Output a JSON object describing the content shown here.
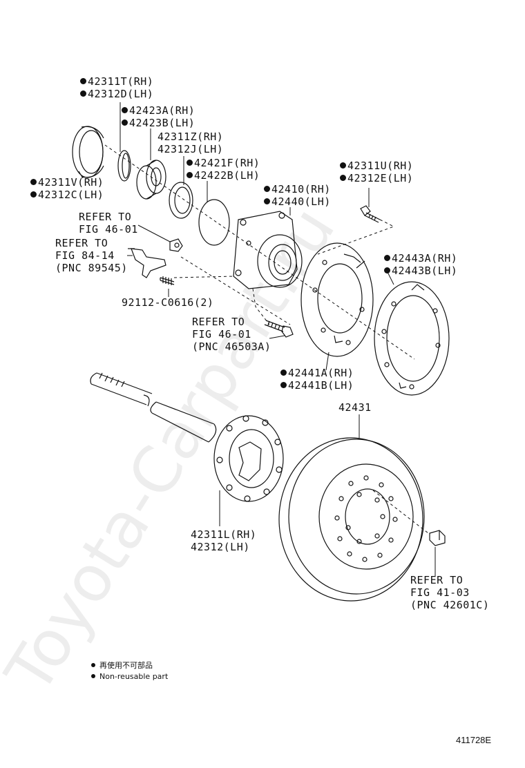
{
  "part_labels": {
    "p42311T": "42311T(RH)",
    "p42312D": "42312D(LH)",
    "p42423A": "42423A(RH)",
    "p42423B": "42423B(LH)",
    "p42311Z": "42311Z(RH)",
    "p42312J": "42312J(LH)",
    "p42421F": "42421F(RH)",
    "p42422B": "42422B(LH)",
    "p42311V": "42311V(RH)",
    "p42312C": "42312C(LH)",
    "p42410": "42410(RH)",
    "p42440": "42440(LH)",
    "p42311U": "42311U(RH)",
    "p42312E": "42312E(LH)",
    "p42443A": "42443A(RH)",
    "p42443B": "42443B(LH)",
    "p42441A": "42441A(RH)",
    "p42441B": "42441B(LH)",
    "p42431": "42431",
    "p42311L": "42311L(RH)",
    "p42312": "42312(LH)",
    "p92112": "92112-C0616(2)"
  },
  "refs": {
    "ref1": [
      "REFER TO",
      "FIG 46-01"
    ],
    "ref2": [
      "REFER TO",
      "FIG 84-14",
      "(PNC 89545)"
    ],
    "ref3": [
      "REFER TO",
      "FIG 46-01",
      "(PNC 46503A)"
    ],
    "ref4": [
      "REFER TO",
      "FIG 41-03",
      "(PNC 42601C)"
    ]
  },
  "legend": {
    "cn": "再使用不可部品",
    "en": "Non-reusable part"
  },
  "figure_id": "411728E",
  "watermark": "Toyota-Carpart.ru"
}
